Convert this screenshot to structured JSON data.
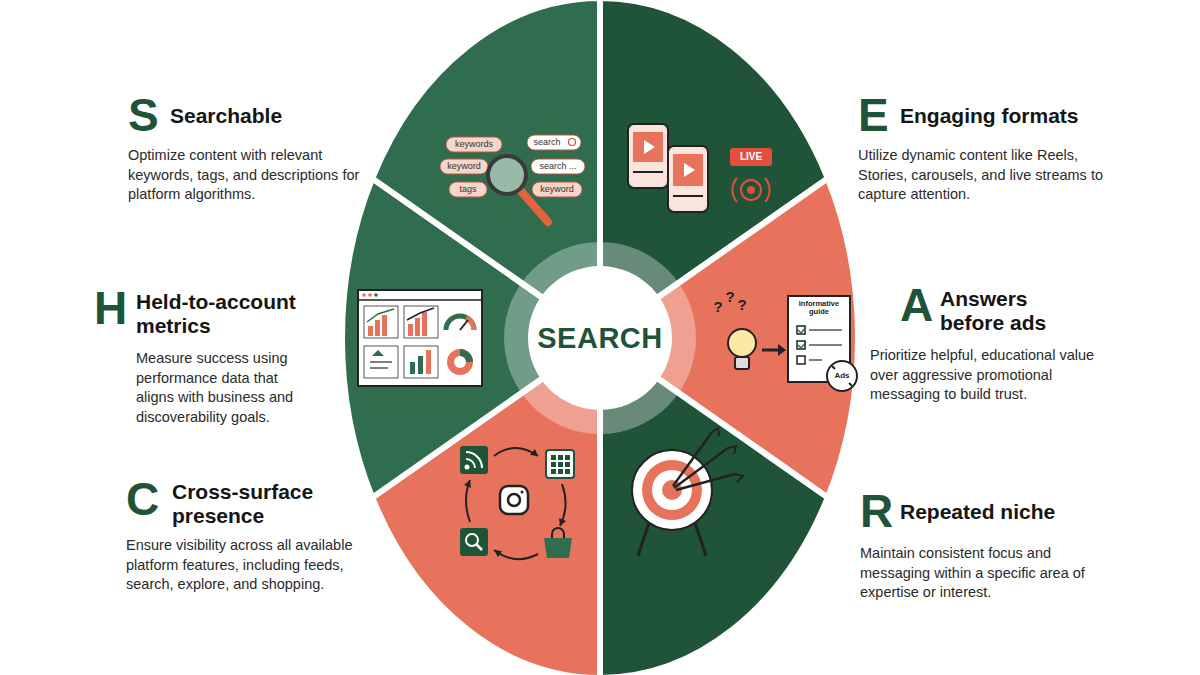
{
  "diagram": {
    "nodes": [
      {
        "text": [
          "SEARCH"
        ]
      },
      {
        "text": [
          "S",
          "Searchable",
          "Optimize content with relevant keywords, tags, and descriptions for platform algorithms."
        ]
      },
      {
        "text": [
          "E",
          "Engaging formats",
          "Utilize dynamic content like Reels, Stories, carousels, and live streams to capture attention."
        ]
      },
      {
        "text": [
          "A",
          "Answers before ads",
          "Prioritize helpful, educational value over aggressive promotional messaging to build trust."
        ]
      },
      {
        "text": [
          "R",
          "Repeated niche",
          "Maintain consistent focus and messaging within a specific area of expertise or interest."
        ]
      },
      {
        "text": [
          "C",
          "Cross-surface presence",
          "Ensure visibility across all available platform features, including feeds, search, explore, and shopping."
        ]
      },
      {
        "text": [
          "H",
          "Held-to-account metrics",
          "Measure success using performance data that aligns with business and discoverability goals."
        ]
      }
    ],
    "edges": [],
    "labels": [
      "keywords",
      "search",
      "keyword",
      "search ...",
      "tags",
      "keyword",
      "LIVE",
      "Informative guide",
      "Ads",
      "?",
      "?",
      "?"
    ]
  }
}
